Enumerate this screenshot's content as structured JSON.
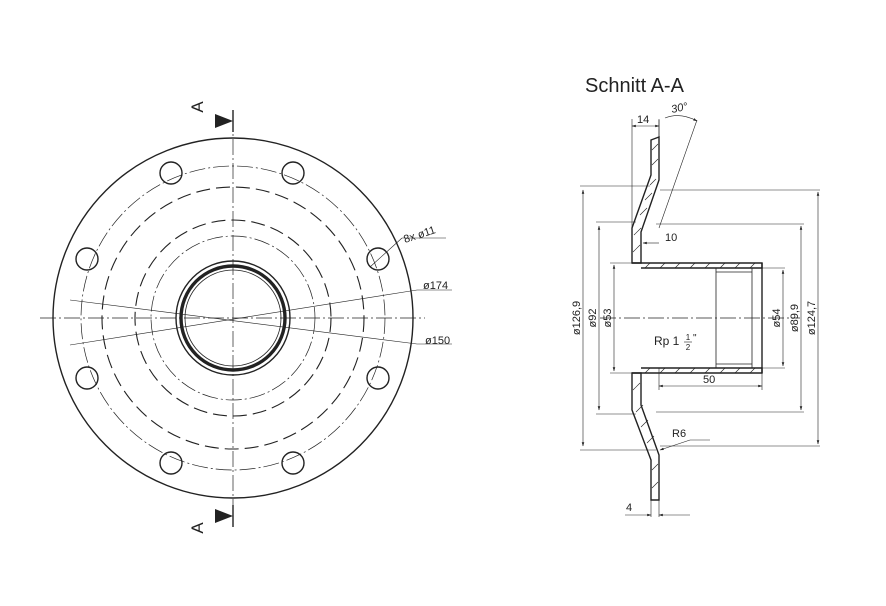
{
  "section_title": "Schnitt A-A",
  "section_marker": "A",
  "front_view": {
    "holes_label": "8x ø11",
    "bolt_circle_label": "ø174",
    "mid_circle_label": "ø150"
  },
  "section_view": {
    "dims": {
      "top_width": "14",
      "angle": "30°",
      "step": "10",
      "length": "50",
      "radius": "R6",
      "bottom_thickness": "4",
      "d_126_9": "ø126,9",
      "d_92": "ø92",
      "d_53": "ø53",
      "d_54": "ø54",
      "d_89_9": "ø89,9",
      "d_124_7": "ø124,7"
    },
    "thread_label": "Rp 1",
    "thread_fraction_num": "1",
    "thread_fraction_den": "2",
    "thread_suffix": "\""
  }
}
